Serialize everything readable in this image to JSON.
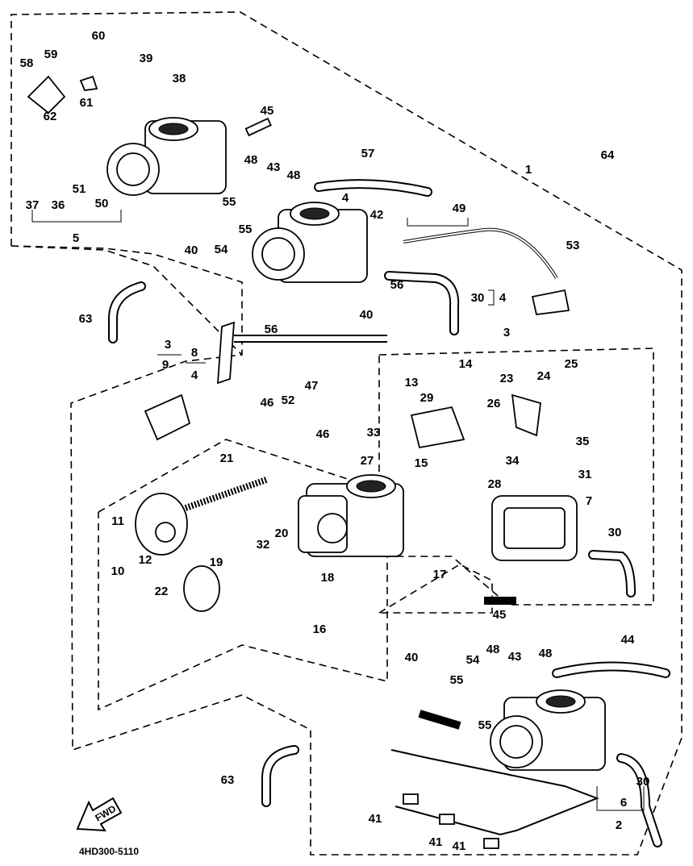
{
  "diagram": {
    "code": "4HD300-5110",
    "fwd_label": "FWD",
    "labels": [
      "60",
      "59",
      "58",
      "39",
      "38",
      "61",
      "62",
      "45",
      "57",
      "1",
      "64",
      "48",
      "43",
      "48",
      "51",
      "50",
      "37",
      "36",
      "5",
      "4",
      "42",
      "49",
      "55",
      "55",
      "54",
      "40",
      "53",
      "56",
      "30",
      "4",
      "63",
      "40",
      "56",
      "3",
      "8",
      "4",
      "9",
      "3",
      "14",
      "13",
      "25",
      "24",
      "23",
      "29",
      "26",
      "47",
      "46",
      "52",
      "46",
      "33",
      "35",
      "15",
      "27",
      "34",
      "31",
      "21",
      "28",
      "7",
      "11",
      "30",
      "20",
      "12",
      "10",
      "32",
      "18",
      "17",
      "19",
      "22",
      "45",
      "16",
      "40",
      "44",
      "48",
      "43",
      "48",
      "54",
      "55",
      "55",
      "63",
      "30",
      "6",
      "2",
      "41",
      "41",
      "41"
    ]
  }
}
